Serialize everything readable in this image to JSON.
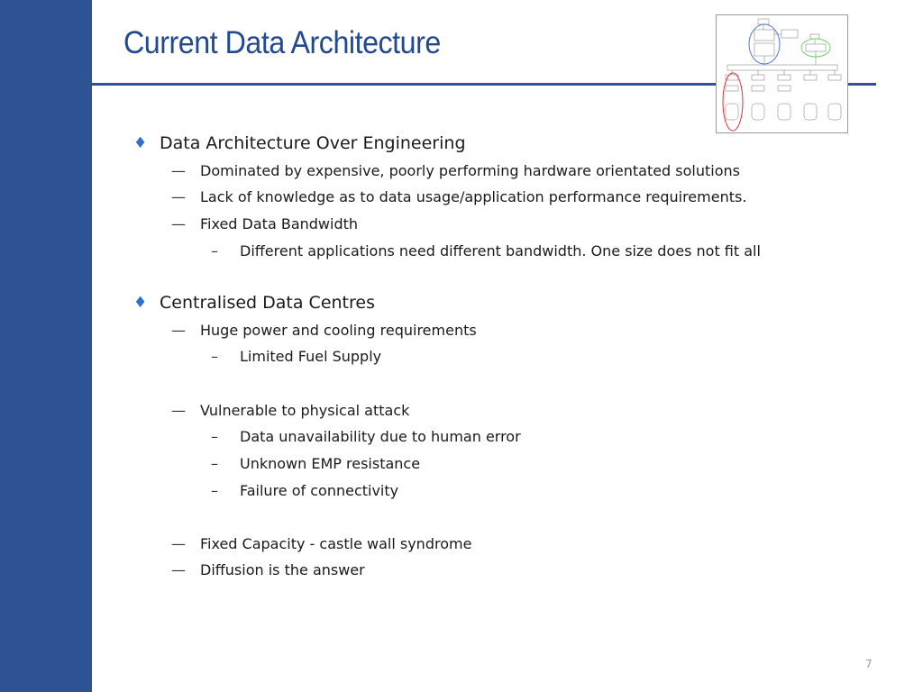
{
  "slide": {
    "title": "Current Data Architecture",
    "page_number": "7"
  },
  "bullets": [
    {
      "level": 1,
      "marker": "♦",
      "text": "Data Architecture Over Engineering"
    },
    {
      "level": 2,
      "marker": "—",
      "text": "Dominated by expensive, poorly performing hardware orientated solutions"
    },
    {
      "level": 2,
      "marker": "—",
      "text": "Lack of knowledge as to data usage/application performance requirements."
    },
    {
      "level": 2,
      "marker": "—",
      "text": "Fixed Data Bandwidth"
    },
    {
      "level": 3,
      "marker": "–",
      "text": "Different applications need different bandwidth. One size does not fit all"
    },
    {
      "level": 1,
      "marker": "♦",
      "text": "Centralised Data Centres"
    },
    {
      "level": 2,
      "marker": "—",
      "text": "Huge power and cooling requirements"
    },
    {
      "level": 3,
      "marker": "–",
      "text": "Limited Fuel Supply"
    },
    {
      "level": 2,
      "marker": "—",
      "text": "Vulnerable to physical attack"
    },
    {
      "level": 3,
      "marker": "–",
      "text": "Data unavailability due to human error"
    },
    {
      "level": 3,
      "marker": "–",
      "text": "Unknown EMP resistance"
    },
    {
      "level": 3,
      "marker": "–",
      "text": "Failure of connectivity"
    },
    {
      "level": 2,
      "marker": "—",
      "text": "Fixed Capacity - castle wall syndrome"
    },
    {
      "level": 2,
      "marker": "—",
      "text": "Diffusion is the answer"
    }
  ],
  "colors": {
    "band": "#2e5395",
    "title": "#234a8f",
    "diamond": "#2f6fd3",
    "circle_blue": "#4a7bd8",
    "circle_green": "#6ad36a",
    "circle_red": "#e23030"
  }
}
